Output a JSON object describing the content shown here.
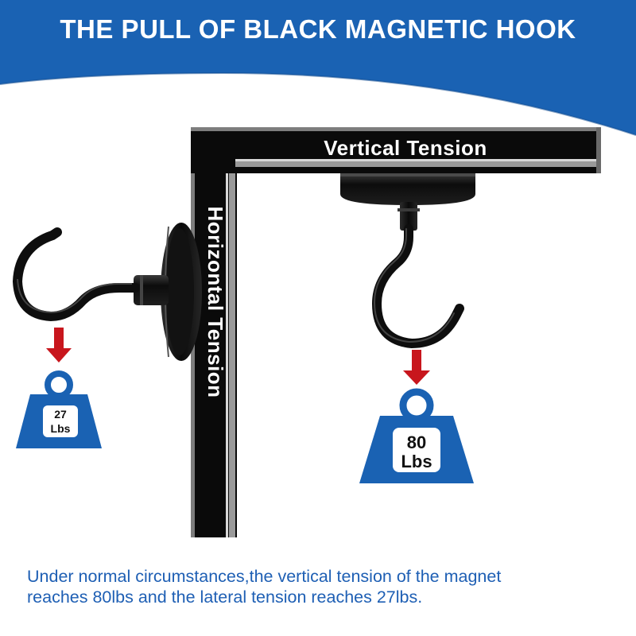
{
  "header": {
    "title": "THE PULL OF BLACK MAGNETIC HOOK",
    "band_color": "#1a62b3"
  },
  "labels": {
    "vertical": "Vertical Tension",
    "horizontal": "Horizontal Tension"
  },
  "weights": {
    "left": {
      "value": "27",
      "unit": "Lbs"
    },
    "right": {
      "value": "80",
      "unit": "Lbs"
    },
    "weight_color": "#1a62b3",
    "arrow_color": "#c8161d"
  },
  "caption": {
    "line1": "Under normal circumstances,the vertical tension of the magnet",
    "line2": "reaches 80lbs and the lateral tension reaches 27lbs."
  }
}
